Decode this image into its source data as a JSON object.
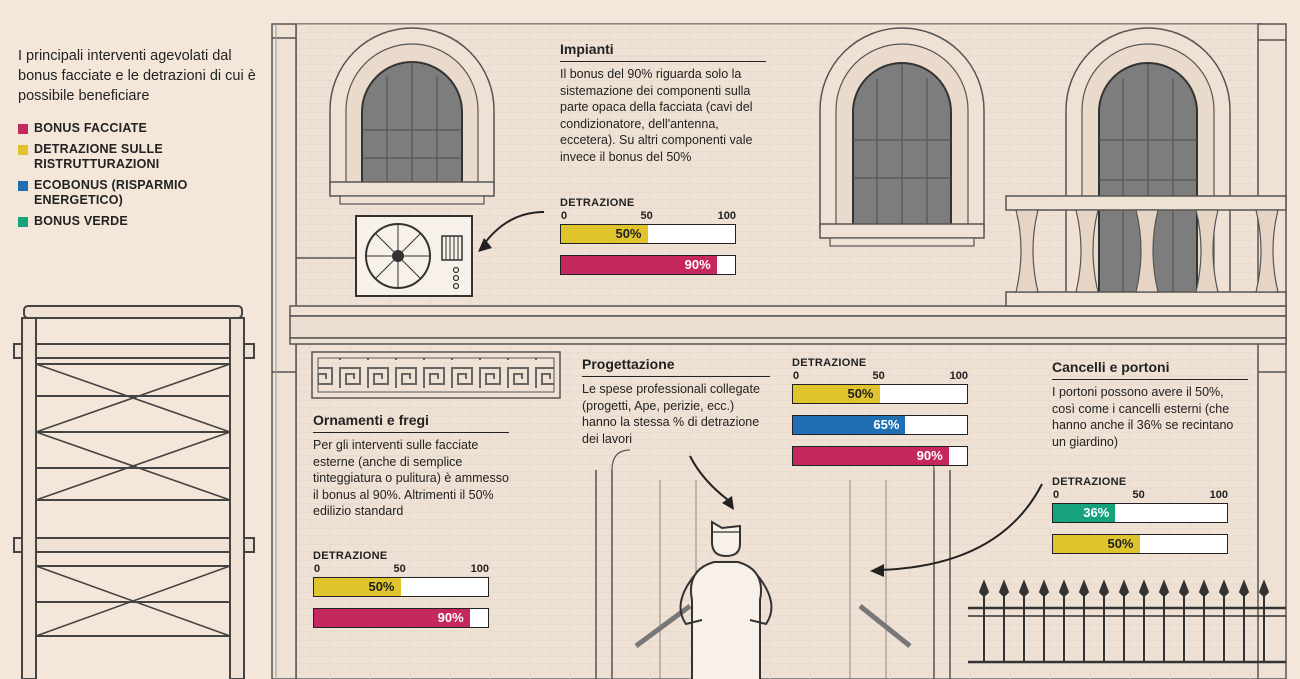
{
  "intro": "I principali interventi agevolati dal bonus facciate e le detrazioni di cui è possibile beneficiare",
  "legend": [
    {
      "label": "BONUS FACCIATE",
      "color": "#c4285e"
    },
    {
      "label": "DETRAZIONE SULLE RISTRUTTURAZIONI",
      "color": "#e0c42d"
    },
    {
      "label": "ECOBONUS (RISPARMIO ENERGETICO)",
      "color": "#1f6fb2"
    },
    {
      "label": "BONUS VERDE",
      "color": "#17a27e"
    }
  ],
  "panels": {
    "impianti": {
      "title": "Impianti",
      "text": "Il bonus del 90% riguarda solo la sistemazione dei componenti sulla parte opaca della facciata (cavi del condizionatore, dell'antenna, eccetera). Su altri componenti vale invece il bonus del 50%"
    },
    "ornamenti": {
      "title": "Ornamenti e fregi",
      "text": "Per gli interventi sulle facciate esterne (anche di semplice tinteggiatura o pulitura) è ammesso il bonus al 90%. Altrimenti il 50% edilizio standard"
    },
    "progettazione": {
      "title": "Progettazione",
      "text": "Le spese professionali collegate (progetti, Ape, perizie, ecc.) hanno la stessa % di detrazione dei lavori"
    },
    "cancelli": {
      "title": "Cancelli e portoni",
      "text": "I portoni possono avere il 50%, così come i cancelli esterni (che hanno anche il 36% se recintano un giardino)"
    }
  },
  "detrazione_label": "DETRAZIONE",
  "chart_data": [
    {
      "type": "bar",
      "title": "Impianti",
      "xlabel": "DETRAZIONE",
      "xlim": [
        0,
        100
      ],
      "ticks": [
        "0",
        "50",
        "100"
      ],
      "bars": [
        {
          "label": "50%",
          "value": 50,
          "color": "#e0c42d"
        },
        {
          "label": "90%",
          "value": 90,
          "color": "#c4285e"
        }
      ]
    },
    {
      "type": "bar",
      "title": "Ornamenti e fregi",
      "xlabel": "DETRAZIONE",
      "xlim": [
        0,
        100
      ],
      "ticks": [
        "0",
        "50",
        "100"
      ],
      "bars": [
        {
          "label": "50%",
          "value": 50,
          "color": "#e0c42d"
        },
        {
          "label": "90%",
          "value": 90,
          "color": "#c4285e"
        }
      ]
    },
    {
      "type": "bar",
      "title": "Progettazione",
      "xlabel": "DETRAZIONE",
      "xlim": [
        0,
        100
      ],
      "ticks": [
        "0",
        "50",
        "100"
      ],
      "bars": [
        {
          "label": "50%",
          "value": 50,
          "color": "#e0c42d"
        },
        {
          "label": "65%",
          "value": 65,
          "color": "#1f6fb2"
        },
        {
          "label": "90%",
          "value": 90,
          "color": "#c4285e"
        }
      ]
    },
    {
      "type": "bar",
      "title": "Cancelli e portoni",
      "xlabel": "DETRAZIONE",
      "xlim": [
        0,
        100
      ],
      "ticks": [
        "0",
        "50",
        "100"
      ],
      "bars": [
        {
          "label": "36%",
          "value": 36,
          "color": "#17a27e"
        },
        {
          "label": "50%",
          "value": 50,
          "color": "#e0c42d"
        }
      ]
    }
  ]
}
